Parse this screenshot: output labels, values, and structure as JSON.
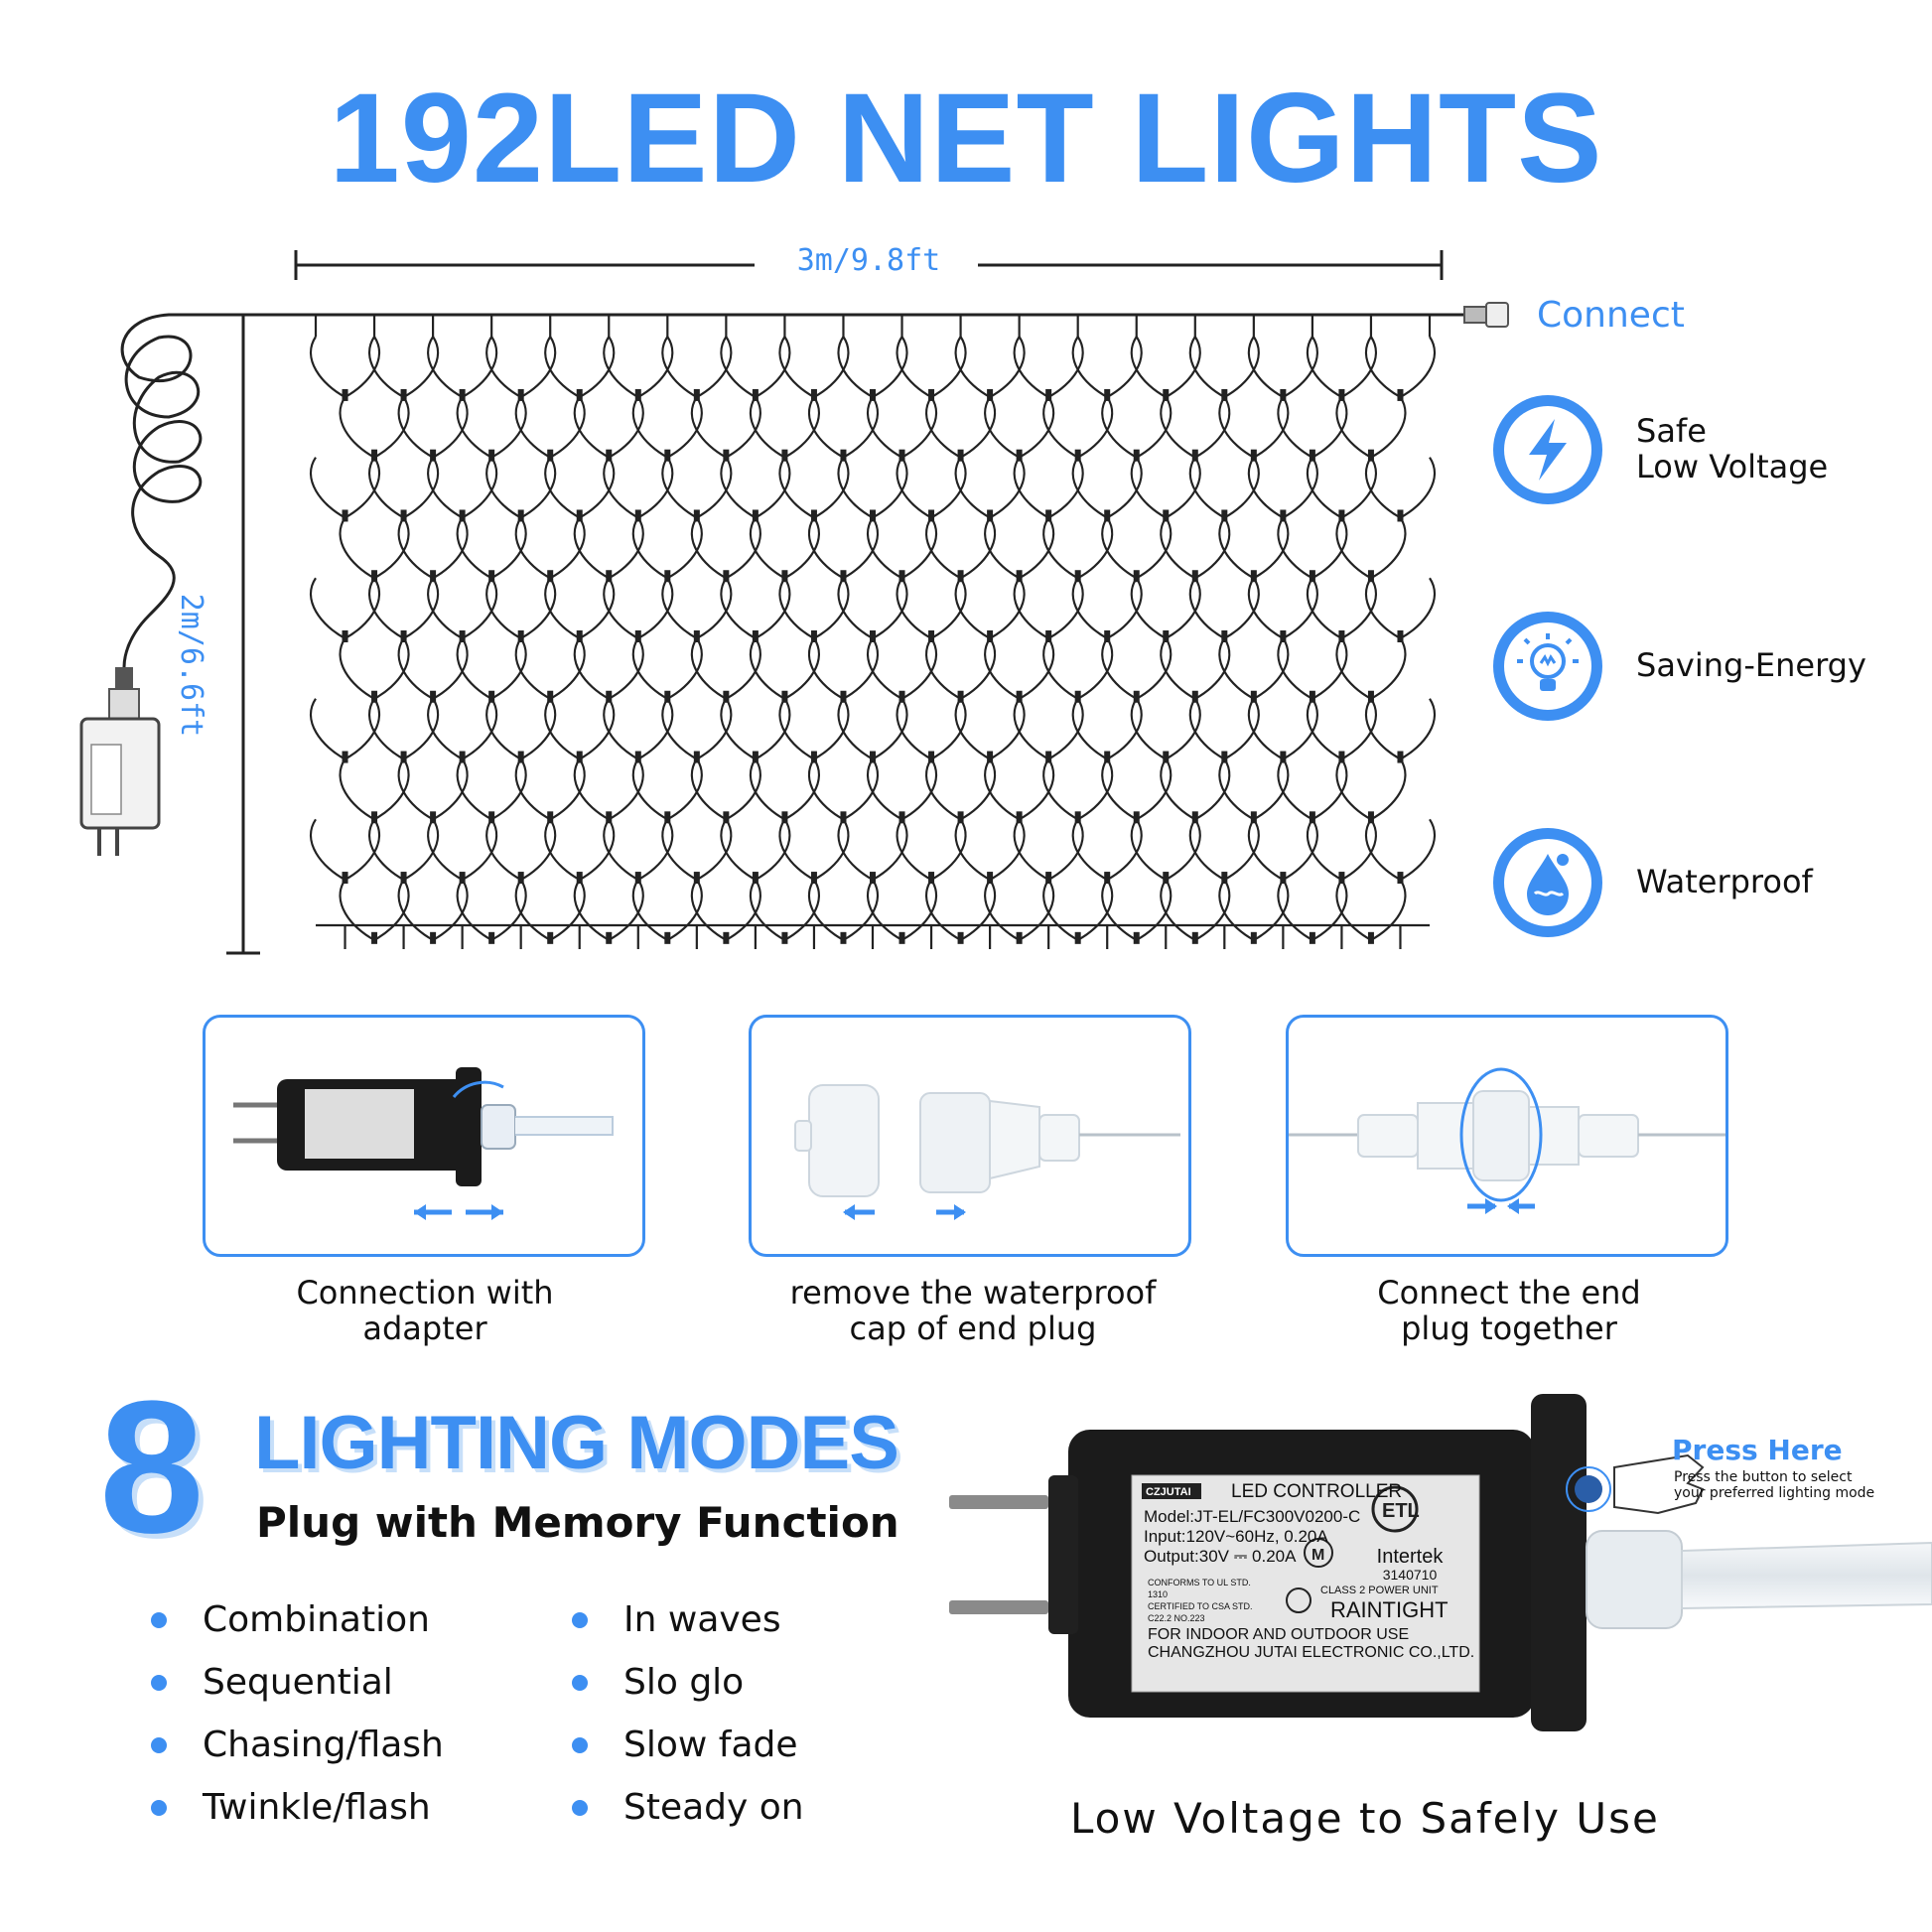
{
  "title": "192LED NET LIGHTS",
  "dimensions": {
    "width_label": "3m/9.8ft",
    "height_label": "2m/6.6ft"
  },
  "connect_label": "Connect",
  "features": [
    {
      "line1": "Safe",
      "line2": "Low Voltage",
      "icon": "lightning-bolt-icon"
    },
    {
      "line1": "Saving-Energy",
      "line2": "",
      "icon": "light-bulb-icon"
    },
    {
      "line1": "Waterproof",
      "line2": "",
      "icon": "water-drop-icon"
    }
  ],
  "steps": [
    {
      "line1": "Connection with",
      "line2": "adapter"
    },
    {
      "line1": "remove the waterproof",
      "line2": "cap of end plug"
    },
    {
      "line1": "Connect the end",
      "line2": "plug together"
    }
  ],
  "modes": {
    "count": "8",
    "heading": "LIGHTING MODES",
    "subheading": "Plug with Memory Function",
    "left": [
      "Combination",
      "Sequential",
      "Chasing/flash",
      "Twinkle/flash"
    ],
    "right": [
      "In waves",
      "Slo glo",
      "Slow fade",
      "Steady on"
    ]
  },
  "controller": {
    "press_title": "Press Here",
    "press_desc_1": "Press the button to select",
    "press_desc_2": "your preferred lighting mode",
    "caption": "Low Voltage to Safely Use",
    "label": {
      "brand": "CZJUTAI",
      "title": "LED CONTROLLER",
      "model": "Model:JT-EL/FC300V0200-C",
      "input": "Input:120V~60Hz, 0.20A",
      "output": "Output:30V ⎓ 0.20A",
      "conforms": "CONFORMS TO UL STD.",
      "ul_std": "1310",
      "certified": "CERTIFIED TO CSA STD.",
      "csa_std": "C22.2 NO.223",
      "intertek": "Intertek",
      "intertek_no": "3140710",
      "class": "CLASS 2 POWER UNIT",
      "raintight": "RAINTIGHT",
      "use": "FOR INDOOR AND OUTDOOR USE",
      "maker": "CHANGZHOU JUTAI ELECTRONIC CO.,LTD."
    }
  },
  "colors": {
    "accent": "#3d8ff2",
    "text": "#111111",
    "device": "#1b1b1b"
  }
}
